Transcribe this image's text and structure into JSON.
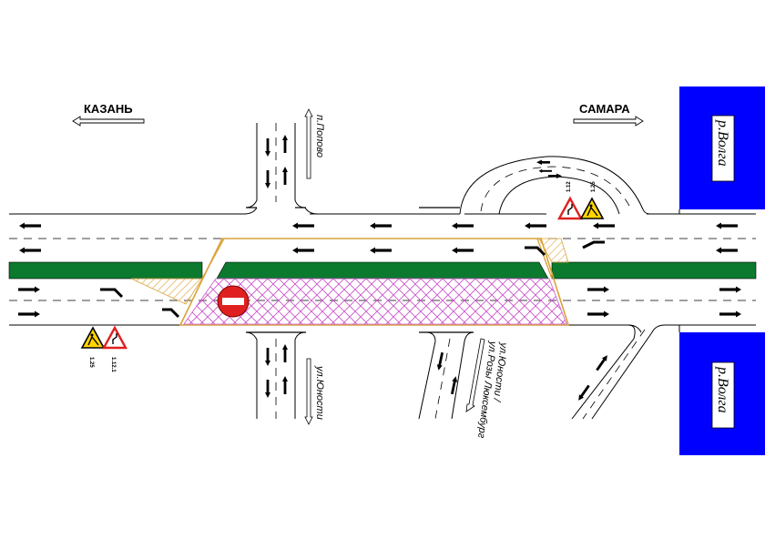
{
  "directions": {
    "left": "КАЗАНЬ",
    "right": "САМАРА"
  },
  "streets": {
    "north": "п.Попово",
    "south_left": "ул.Юности",
    "south_right_1": "ул.Юности /",
    "south_right_2": "ул.Розы Люксембург"
  },
  "river": {
    "top": "р.Волга",
    "bottom": "р.Волга"
  },
  "signs": {
    "top_left": "1.12",
    "top_right": "1.25",
    "bottom_left": "1.25",
    "bottom_right": "1.12.1"
  },
  "colors": {
    "river": "#0000ff",
    "median": "#0b7a2f",
    "cross_hatch": "#cc55cc",
    "safety_zone": "#d9a33a",
    "no_entry": "#e02020",
    "warning_sign_border": "#e02020",
    "warning_sign_fill": "#ffd400"
  },
  "icons": {
    "no_entry": "no-entry-sign-icon",
    "curve_warning": "curve-warning-sign-icon",
    "roadworks_warning": "roadworks-sign-icon",
    "direction_arrow": "double-arrow-icon"
  }
}
